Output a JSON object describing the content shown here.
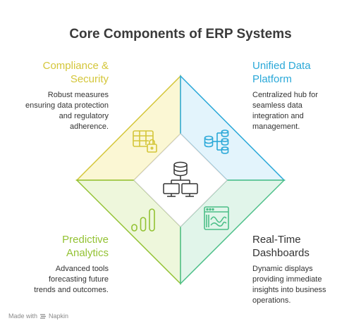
{
  "title": "Core Components of ERP Systems",
  "sections": {
    "compliance": {
      "heading_line1": "Compliance &",
      "heading_line2": "Security",
      "desc": [
        "Robust measures",
        "ensuring data protection",
        "and regulatory",
        "adherence."
      ],
      "color": "#d4c63a",
      "fill": "#fbf7d4",
      "icon": "table-lock-icon"
    },
    "unified": {
      "heading_line1": "Unified Data",
      "heading_line2": "Platform",
      "desc": [
        "Centralized hub for",
        "seamless data",
        "integration and",
        "management."
      ],
      "color": "#2aa8d8",
      "fill": "#e3f4fc",
      "icon": "database-network-icon"
    },
    "predictive": {
      "heading_line1": "Predictive",
      "heading_line2": "Analytics",
      "desc": [
        "Advanced tools",
        "forecasting future",
        "trends and outcomes."
      ],
      "color": "#93c233",
      "fill": "#eef7dc",
      "icon": "bar-chart-icon"
    },
    "realtime": {
      "heading_line1": "Real-Time",
      "heading_line2": "Dashboards",
      "desc": [
        "Dynamic displays",
        "providing immediate",
        "insights into business",
        "operations."
      ],
      "color": "#4cbf88",
      "fill": "#e1f5ea",
      "icon": "dashboard-icon"
    }
  },
  "center_icon": "database-computers-icon",
  "footer": {
    "made_with": "Made with",
    "brand": "Napkin"
  }
}
